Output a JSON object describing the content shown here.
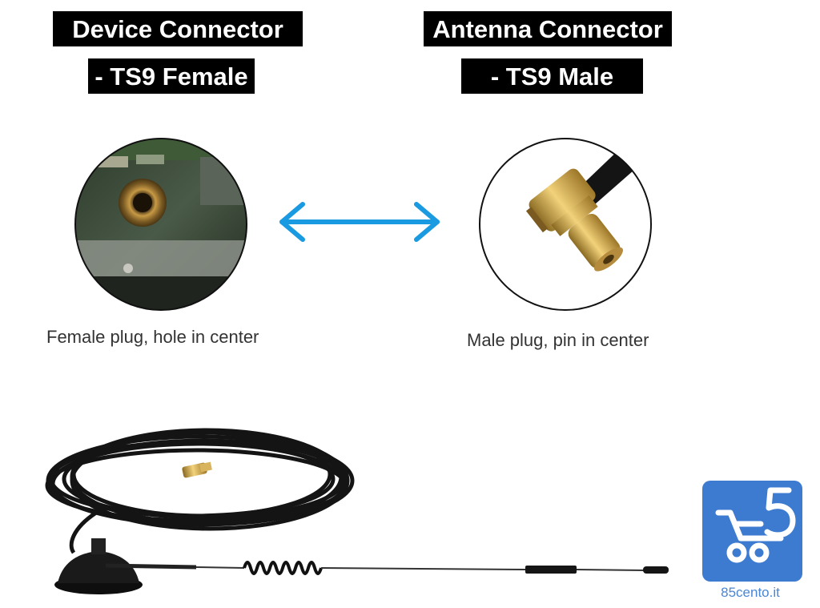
{
  "labels": {
    "device_title": "Device Connector",
    "device_subtitle": "- TS9 Female",
    "antenna_title": "Antenna Connector",
    "antenna_subtitle": "- TS9 Male"
  },
  "captions": {
    "female": "Female plug, hole in center",
    "male": "Male plug, pin in center"
  },
  "logo": {
    "text": "85cento.it",
    "color": "#3d7bd0"
  },
  "colors": {
    "arrow": "#1a9ae0",
    "tag_background": "#000000",
    "tag_text": "#ffffff",
    "gold": "#c9a24a"
  },
  "icons": [
    "double-arrow-icon",
    "cart-icon"
  ]
}
